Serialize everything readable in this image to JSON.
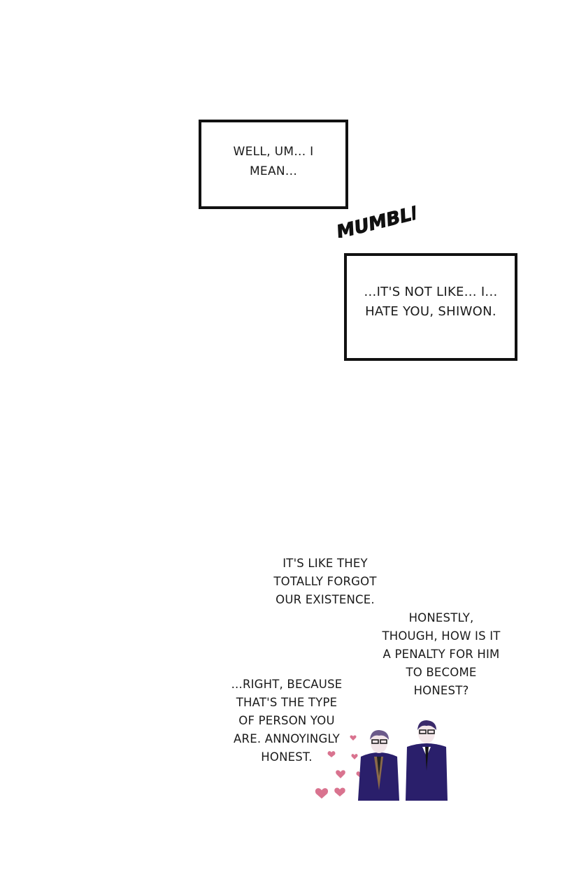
{
  "panel_1": {
    "speech": "WELL, UM... I\nMEAN...",
    "sound_effect": "MUMBLE"
  },
  "panel_2": {
    "speech": "...IT'S NOT LIKE... I...\nHATE YOU, SHIWON."
  },
  "panel_3": {
    "caption_top": "IT'S LIKE THEY\nTOTALLY FORGOT\nOUR EXISTENCE.",
    "caption_right": "HONESTLY,\nTHOUGH, HOW IS IT\nA PENALTY FOR HIM\nTO BECOME\nHONEST?",
    "caption_left": "...RIGHT, BECAUSE\nTHAT'S THE TYPE\nOF PERSON YOU\nARE. ANNOYINGLY\nHONEST."
  },
  "colors": {
    "suit": "#2a1f6b",
    "heart": "#d9738f",
    "border": "#111111"
  }
}
